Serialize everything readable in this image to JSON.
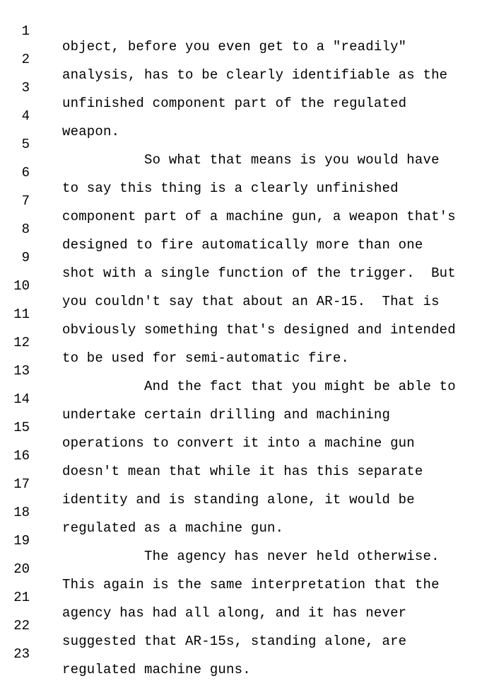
{
  "transcript": {
    "lines": [
      {
        "num": "1",
        "text": "object, before you even get to a \"readily\""
      },
      {
        "num": "2",
        "text": "analysis, has to be clearly identifiable as the"
      },
      {
        "num": "3",
        "text": "unfinished component part of the regulated"
      },
      {
        "num": "4",
        "text": "weapon."
      },
      {
        "num": "5",
        "text": "          So what that means is you would have"
      },
      {
        "num": "6",
        "text": "to say this thing is a clearly unfinished"
      },
      {
        "num": "7",
        "text": "component part of a machine gun, a weapon that's"
      },
      {
        "num": "8",
        "text": "designed to fire automatically more than one"
      },
      {
        "num": "9",
        "text": "shot with a single function of the trigger.  But"
      },
      {
        "num": "10",
        "text": "you couldn't say that about an AR-15.  That is"
      },
      {
        "num": "11",
        "text": "obviously something that's designed and intended"
      },
      {
        "num": "12",
        "text": "to be used for semi-automatic fire."
      },
      {
        "num": "13",
        "text": "          And the fact that you might be able to"
      },
      {
        "num": "14",
        "text": "undertake certain drilling and machining"
      },
      {
        "num": "15",
        "text": "operations to convert it into a machine gun"
      },
      {
        "num": "16",
        "text": "doesn't mean that while it has this separate"
      },
      {
        "num": "17",
        "text": "identity and is standing alone, it would be"
      },
      {
        "num": "18",
        "text": "regulated as a machine gun."
      },
      {
        "num": "19",
        "text": "          The agency has never held otherwise."
      },
      {
        "num": "20",
        "text": "This again is the same interpretation that the"
      },
      {
        "num": "21",
        "text": "agency has had all along, and it has never"
      },
      {
        "num": "22",
        "text": "suggested that AR-15s, standing alone, are"
      },
      {
        "num": "23",
        "text": "regulated machine guns."
      }
    ]
  }
}
